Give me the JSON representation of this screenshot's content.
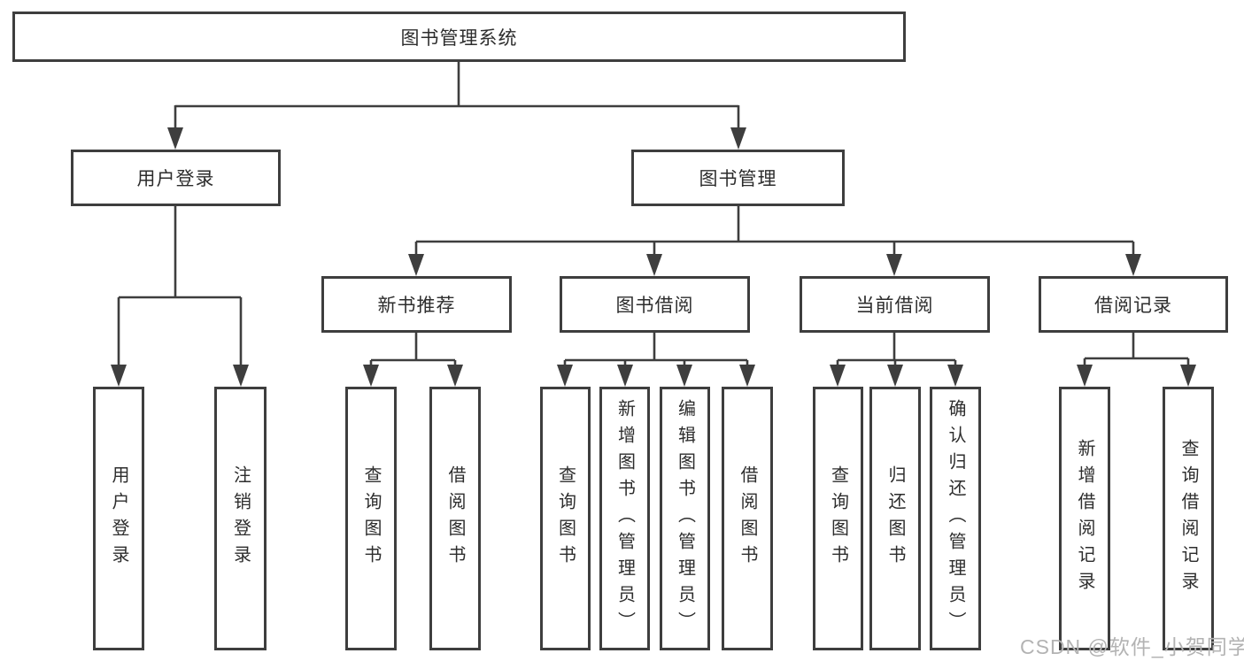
{
  "diagram_title": "图书管理系统",
  "tree": {
    "label": "图书管理系统",
    "children": [
      {
        "label": "用户登录",
        "children": [
          {
            "label": "用户登录"
          },
          {
            "label": "注销登录"
          }
        ]
      },
      {
        "label": "图书管理",
        "children": [
          {
            "label": "新书推荐",
            "children": [
              {
                "label": "查询图书"
              },
              {
                "label": "借阅图书"
              }
            ]
          },
          {
            "label": "图书借阅",
            "children": [
              {
                "label": "查询图书"
              },
              {
                "label": "新增图书（管理员）"
              },
              {
                "label": "编辑图书（管理员）"
              },
              {
                "label": "借阅图书"
              }
            ]
          },
          {
            "label": "当前借阅",
            "children": [
              {
                "label": "查询图书"
              },
              {
                "label": "归还图书"
              },
              {
                "label": "确认归还（管理员）"
              }
            ]
          },
          {
            "label": "借阅记录",
            "children": [
              {
                "label": "新增借阅记录"
              },
              {
                "label": "查询借阅记录"
              }
            ]
          }
        ]
      }
    ]
  },
  "watermark": {
    "text": "CSDN @软件_小贺同学"
  },
  "colors": {
    "line": "#3e3e3e",
    "text": "#2d2d2d",
    "watermark": "#b3b3b3",
    "background": "#ffffff"
  }
}
